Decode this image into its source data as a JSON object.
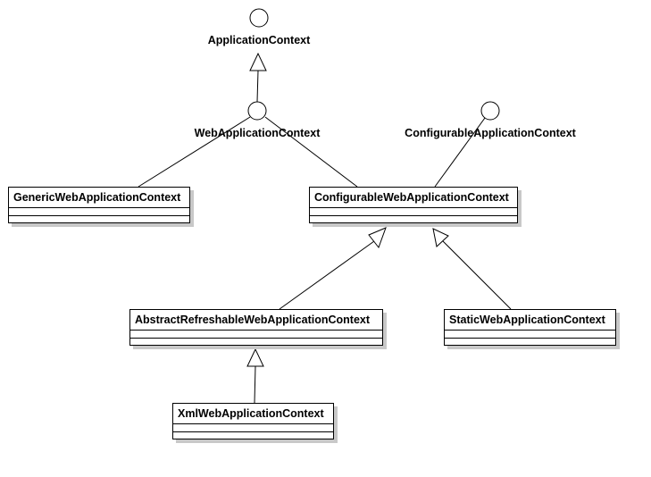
{
  "interfaces": {
    "application_context": "ApplicationContext",
    "web_application_context": "WebApplicationContext",
    "configurable_application_context": "ConfigurableApplicationContext"
  },
  "classes": {
    "generic_web": "GenericWebApplicationContext",
    "configurable_web": "ConfigurableWebApplicationContext",
    "abstract_refreshable_web": "AbstractRefreshableWebApplicationContext",
    "static_web": "StaticWebApplicationContext",
    "xml_web": "XmlWebApplicationContext"
  }
}
